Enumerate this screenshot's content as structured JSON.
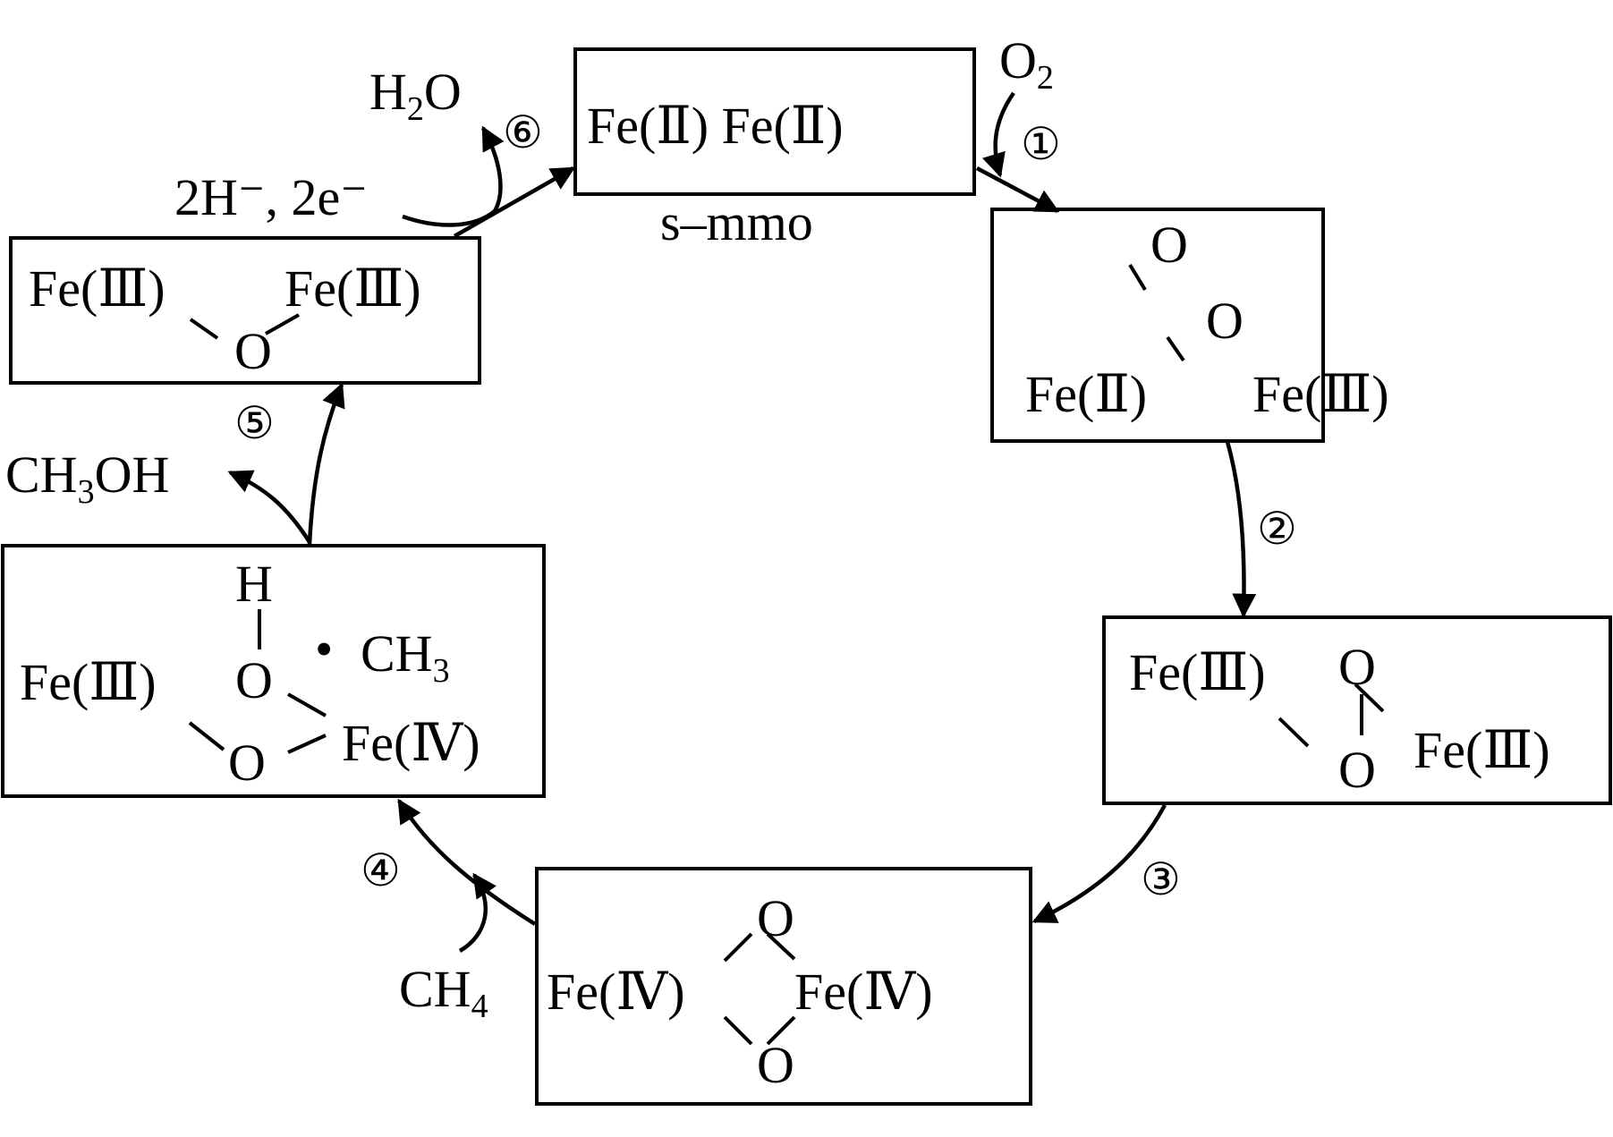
{
  "diagram": {
    "title": "s-MMO catalytic cycle",
    "enzyme_label": "s–mmo",
    "states": [
      {
        "id": "s0",
        "lines": [
          "Fe(Ⅱ) Fe(Ⅱ)"
        ]
      },
      {
        "id": "s1",
        "atoms": {
          "o_top": "O",
          "o_mid": "O",
          "fe_left": "Fe(Ⅱ)",
          "fe_right": "Fe(Ⅲ)"
        }
      },
      {
        "id": "s2",
        "atoms": {
          "fe_left": "Fe(Ⅲ)",
          "o_top": "O",
          "o_bottom": "O",
          "fe_right": "Fe(Ⅲ)"
        }
      },
      {
        "id": "s3",
        "atoms": {
          "fe_left": "Fe(Ⅳ)",
          "o_top": "O",
          "o_bottom": "O",
          "fe_right": "Fe(Ⅳ)"
        }
      },
      {
        "id": "s4",
        "atoms": {
          "h": "H",
          "o_top": "O",
          "radical_dot": "•",
          "ch3": "CH",
          "ch3_sub": "3",
          "fe_left": "Fe(Ⅲ)",
          "o_bottom": "O",
          "fe_right": "Fe(Ⅳ)"
        }
      },
      {
        "id": "s5",
        "atoms": {
          "fe_left": "Fe(Ⅲ)",
          "o_bridge": "O",
          "fe_right": "Fe(Ⅲ)"
        }
      }
    ],
    "steps": [
      {
        "number": "1",
        "label": "①",
        "reagent_in": "O",
        "reagent_in_sub": "2"
      },
      {
        "number": "2",
        "label": "②"
      },
      {
        "number": "3",
        "label": "③"
      },
      {
        "number": "4",
        "label": "④",
        "reagent_in": "CH",
        "reagent_in_sub": "4"
      },
      {
        "number": "5",
        "label": "⑤",
        "product_out": "CH",
        "product_out_sub": "3",
        "product_out_tail": "OH"
      },
      {
        "number": "6",
        "label": "⑥",
        "reagent_in": "2H⁻, 2e⁻",
        "product_out": "H",
        "product_out_sub": "2",
        "product_out_tail": "O"
      }
    ]
  }
}
